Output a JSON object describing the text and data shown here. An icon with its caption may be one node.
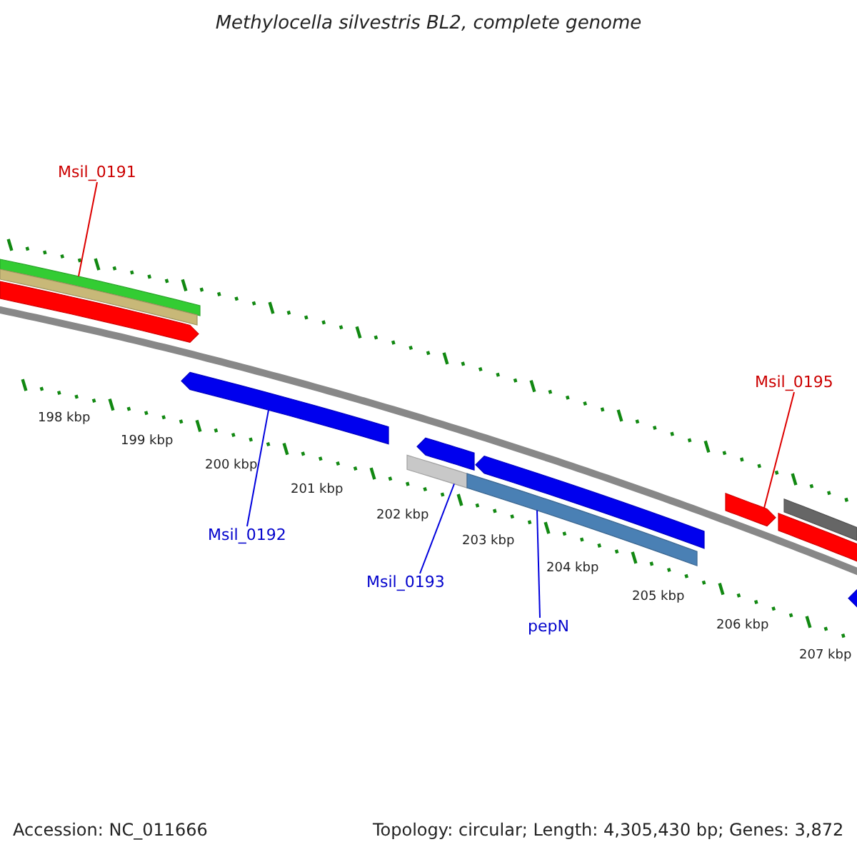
{
  "diagram": {
    "title": "Methylocella silvestris BL2, complete genome",
    "nodes": [
      {
        "text": [
          "Msil_0191"
        ]
      },
      {
        "text": [],
        "shape": "bar"
      },
      {
        "text": [
          "Msil_0192"
        ]
      },
      {
        "text": [],
        "shape": "bar"
      },
      {
        "text": [
          "Msil_0193"
        ]
      },
      {
        "text": [],
        "shape": "bar"
      },
      {
        "text": [
          "pepN"
        ]
      },
      {
        "text": [],
        "shape": "bar"
      },
      {
        "text": [
          "Msil_0195"
        ]
      },
      {
        "text": [],
        "shape": "bar"
      },
      {
        "text": [],
        "shape": "bar"
      },
      {
        "text": [],
        "shape": "bar"
      },
      {
        "text": [],
        "shape": "bar"
      },
      {
        "text": [],
        "shape": "bar"
      },
      {
        "text": [],
        "shape": "bar"
      },
      {
        "text": [],
        "shape": "bar"
      },
      {
        "text": [],
        "shape": "bar"
      }
    ],
    "edges": [
      {
        "from": 0,
        "to": 1,
        "arrow": "none",
        "color": "#dd0000"
      },
      {
        "from": 2,
        "to": 3,
        "arrow": "none"
      },
      {
        "from": 4,
        "to": 5,
        "arrow": "none"
      },
      {
        "from": 6,
        "to": 7,
        "arrow": "none"
      },
      {
        "from": 8,
        "to": 9,
        "arrow": "none",
        "color": "#dd0000"
      }
    ],
    "labels": [
      "198 kbp",
      "199 kbp",
      "200 kbp",
      "201 kbp",
      "202 kbp",
      "203 kbp",
      "204 kbp",
      "205 kbp",
      "206 kbp",
      "207 kbp",
      "Accession: NC_011666",
      "Topology: circular; Length: 4,305,430 bp; Genes: 3,872"
    ]
  }
}
